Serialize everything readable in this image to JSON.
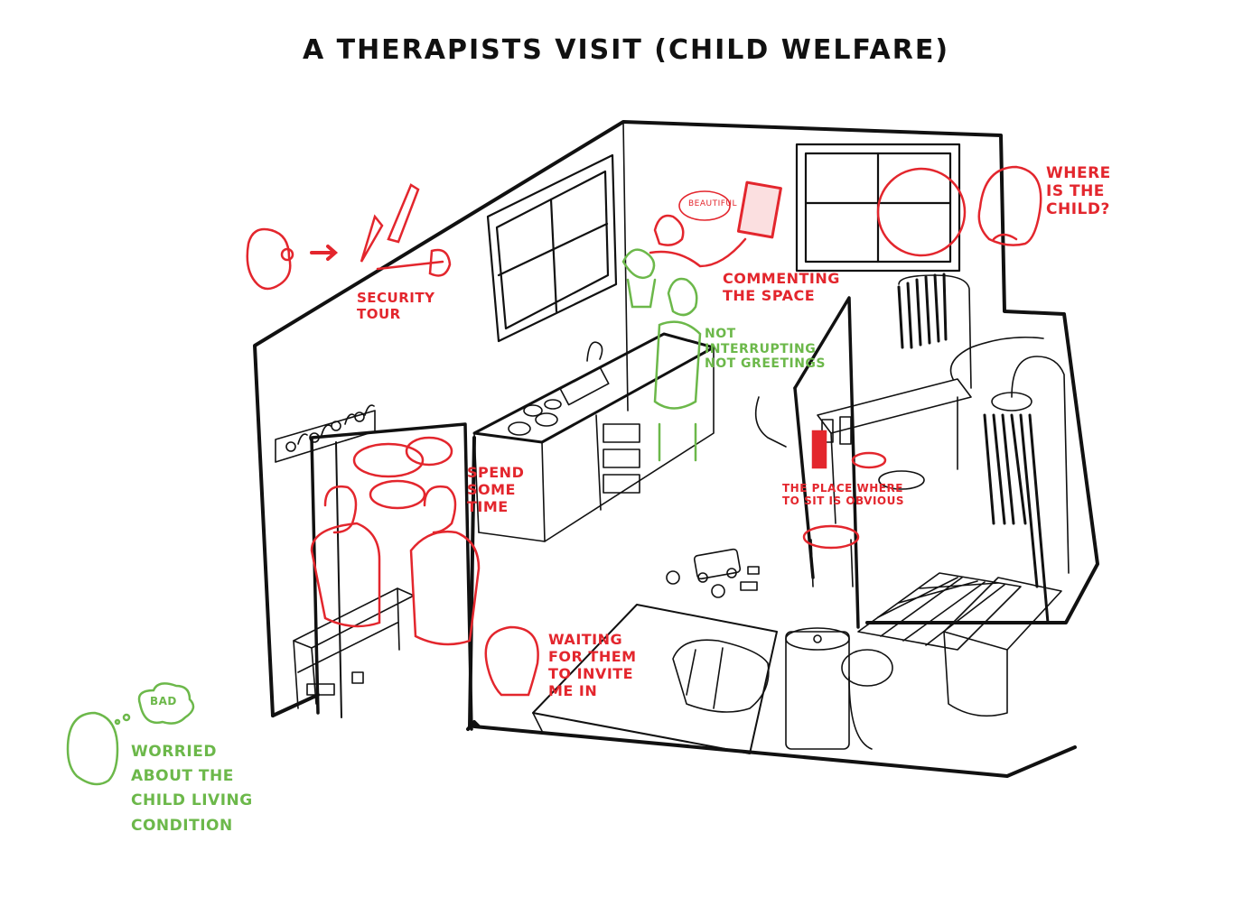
{
  "title": "A THERAPISTS VISIT (CHILD WELFARE)",
  "colors": {
    "ink": "#111111",
    "red": "#e3262d",
    "green": "#6cb84a",
    "paper": "#ffffff"
  },
  "labels": {
    "security_tour": [
      "SECURITY",
      "TOUR"
    ],
    "beautiful": "BEAUTIFUL",
    "commenting": [
      "COMMENTING",
      "THE SPACE"
    ],
    "not_interrupting": [
      "NOT",
      "INTERRUPTING",
      "NOT GREETINGS"
    ],
    "where_child": [
      "WHERE",
      "IS THE",
      "CHILD?"
    ],
    "spend_time": [
      "SPEND",
      "SOME",
      "TIME"
    ],
    "place_sit": [
      "THE PLACE WHERE",
      "TO SIT IS OBVIOUS"
    ],
    "waiting": [
      "WAITING",
      "FOR THEM",
      "TO INVITE",
      "ME IN"
    ],
    "bad": "BAD",
    "worried": [
      "WORRIED",
      "ABOUT THE",
      "CHILD LIVING",
      "CONDITION"
    ]
  }
}
